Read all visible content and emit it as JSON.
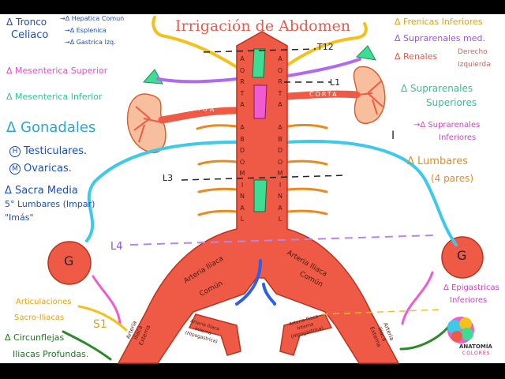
{
  "title": "Irrigación de Abdomen",
  "vertebra_labels": {
    "t12": "T12",
    "l1": "L1",
    "l3": "L3",
    "l4": "L4",
    "s1": "S1",
    "roman_one": "I"
  },
  "aorta_letters_left": [
    "A",
    "O",
    "R",
    "T",
    "A",
    "",
    "A",
    "B",
    "D",
    "O",
    "M",
    "I",
    "N",
    "A",
    "L"
  ],
  "aorta_letters_right": [
    "A",
    "O",
    "R",
    "T",
    "A",
    "",
    "A",
    "B",
    "D",
    "O",
    "M",
    "I",
    "N",
    "A",
    "L"
  ],
  "renal_left_label": "LARGA",
  "renal_right_label": "CORTA",
  "left_notes": {
    "tronco_title": "Δ Tronco",
    "celiaco": "Celiaco",
    "branches": [
      "→Δ Hepatica Comun",
      "→Δ Esplenica",
      "→Δ Gastrica Izq."
    ],
    "mesenterica_superior": "Δ Mesenterica Superior",
    "mesenterica_inferior": "Δ Mesenterica Inferior",
    "gonadales": "Δ Gonadales",
    "testiculares": "Testiculares.",
    "testiculares_marker": "H",
    "ovaricas": "Ovaricas.",
    "ovaricas_marker": "M",
    "sacra_media": "Δ Sacra Media",
    "lumbares_impar": "5° Lumbares (Impar)",
    "imas": "\"Imás\""
  },
  "right_notes": {
    "frenicas_inferiores": "Δ Frenicas Inferiores",
    "suprarenales_media": "Δ Suprarenales med.",
    "renales": "Δ Renales",
    "derecha": "Derecho",
    "izquierda": "Izquierda",
    "suprarenales_superiores_1": "Δ Suprarenales",
    "suprarenales_superiores_2": "Superiores",
    "suprarenales_inferiores_1": "→Δ Suprarenales",
    "suprarenales_inferiores_2": "Inferiores",
    "lumbares": "Δ Lumbares",
    "cuatro_pares": "(4 pares)",
    "epigastricas_1": "Δ Epigastricas",
    "epigastricas_2": "Inferiores"
  },
  "bottom_left_notes": {
    "articulaciones_1": "Articulaciones",
    "articulaciones_2": "Sacro-Iliacas",
    "circunflejas_1": "Δ Circunflejas",
    "circunflejas_2": "Iliacas Profundas."
  },
  "iliac_labels": {
    "comun_left_1": "Arteria Iliaca",
    "comun_left_2": "Común",
    "comun_right_1": "Arteria Iliaca",
    "comun_right_2": "Común",
    "externa_left": [
      "Arteria",
      "Iliaca",
      "Externa"
    ],
    "externa_right": [
      "Arteria",
      "Iliaca",
      "Externa"
    ],
    "interna_left": [
      "Arteria Iliaca",
      "Interna",
      "(Hipogastrica)"
    ],
    "interna_right": [
      "Arteria Iliaca",
      "Interna",
      "(Hipogastrica)"
    ]
  },
  "gonad_label": "G",
  "brand": {
    "line1": "ANATOMÍA",
    "line2": "COLORES"
  },
  "colors": {
    "aorta": "#ee5a45",
    "yellow": "#f3c01c",
    "purple": "#b06af0",
    "orange": "#ea8a1e",
    "cyan": "#3ec8ea",
    "green_light": "#3fdc93",
    "pink": "#f05bd0",
    "blue": "#2f5fe8",
    "dark_green": "#2c8a2c",
    "dashed_purple": "#b983e8"
  }
}
